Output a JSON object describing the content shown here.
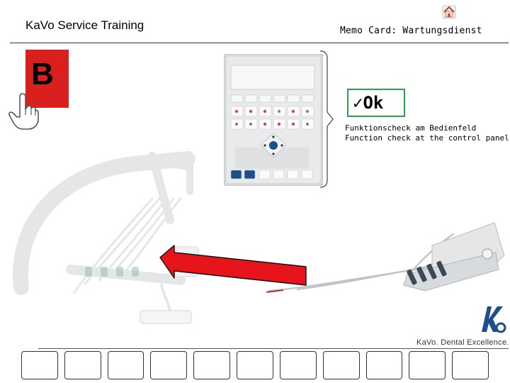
{
  "header": {
    "title": "KaVo Service Training",
    "memo": "Memo Card: Wartungsdienst"
  },
  "badge": {
    "letter": "B"
  },
  "ok": {
    "label": "✓Ok"
  },
  "caption": {
    "line1": "Funktionscheck am Bedienfeld",
    "line2": "Function check at the control panel"
  },
  "footer": {
    "brand": "KaVo. Dental Excellence.",
    "nav_count": 11
  },
  "colors": {
    "badge": "#d9201e",
    "ok_border": "#22a84a",
    "arrow": "#e8141b"
  },
  "icons": [
    "home-icon",
    "hand-pointer-icon"
  ]
}
